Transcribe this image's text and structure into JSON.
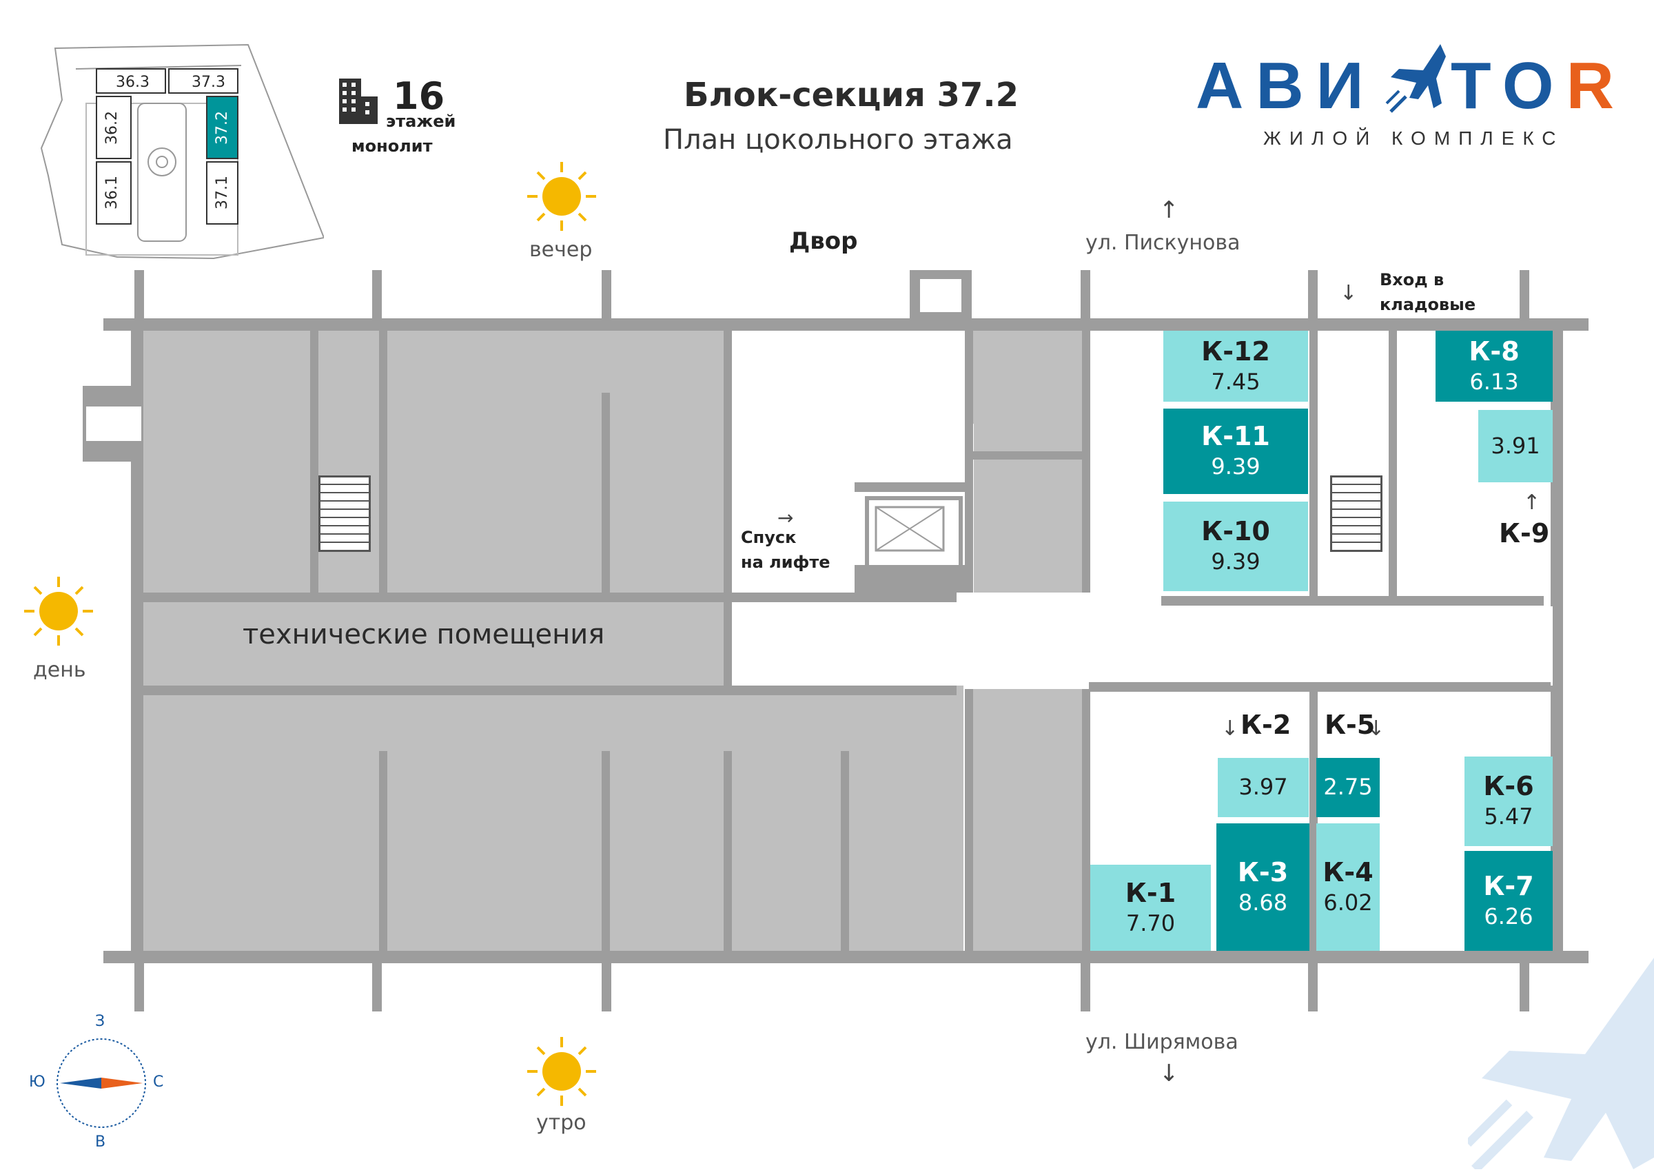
{
  "header": {
    "title": "Блок-секция 37.2",
    "subtitle": "План цокольного этажа"
  },
  "site_plan": {
    "sections": [
      "36.3",
      "37.3",
      "36.2",
      "37.2",
      "36.1",
      "37.1"
    ],
    "highlighted": "37.2",
    "highlight_color": "#00959a"
  },
  "building": {
    "floors": "16",
    "floors_label": "этажей",
    "type": "монолит",
    "icon": "building-icon"
  },
  "logo": {
    "name_left": "АВИ",
    "name_right": "TOR",
    "name_right_accent": "R",
    "tagline": "ЖИЛОЙ КОМПЛЕКС",
    "color_primary": "#1a5aa0",
    "color_accent": "#e8601c"
  },
  "orientation": {
    "evening": "вечер",
    "day": "день",
    "morning": "утро",
    "street_north": "ул. Пискунова",
    "street_south": "ул. Ширямова",
    "courtyard": "Двор",
    "storage_entry": "Вход в\nкладовые",
    "lift_descent": "Спуск\nна лифте",
    "tech_rooms": "технические помещения",
    "compass": {
      "top": "З",
      "bottom": "В",
      "left": "Ю",
      "right": "С"
    }
  },
  "storerooms": [
    {
      "id": "K-12",
      "label": "К-12",
      "area": "7.45",
      "tone": "light"
    },
    {
      "id": "K-11",
      "label": "К-11",
      "area": "9.39",
      "tone": "dark"
    },
    {
      "id": "K-10",
      "label": "К-10",
      "area": "9.39",
      "tone": "light"
    },
    {
      "id": "K-8",
      "label": "К-8",
      "area": "6.13",
      "tone": "dark"
    },
    {
      "id": "K-9",
      "label": "К-9",
      "area": "3.91",
      "tone": "light"
    },
    {
      "id": "K-2",
      "label": "К-2",
      "area": "3.97",
      "tone": "light"
    },
    {
      "id": "K-5",
      "label": "К-5",
      "area": "2.75",
      "tone": "dark"
    },
    {
      "id": "K-6",
      "label": "К-6",
      "area": "5.47",
      "tone": "light"
    },
    {
      "id": "K-1",
      "label": "К-1",
      "area": "7.70",
      "tone": "light"
    },
    {
      "id": "K-3",
      "label": "К-3",
      "area": "8.68",
      "tone": "dark"
    },
    {
      "id": "K-4",
      "label": "К-4",
      "area": "6.02",
      "tone": "light"
    },
    {
      "id": "K-7",
      "label": "К-7",
      "area": "6.26",
      "tone": "dark"
    }
  ],
  "colors": {
    "storeroom_light": "#8adfdf",
    "storeroom_dark": "#00959a",
    "tech_area": "#bfbfbf",
    "wall": "#9d9d9d",
    "sun": "#f5b800"
  }
}
